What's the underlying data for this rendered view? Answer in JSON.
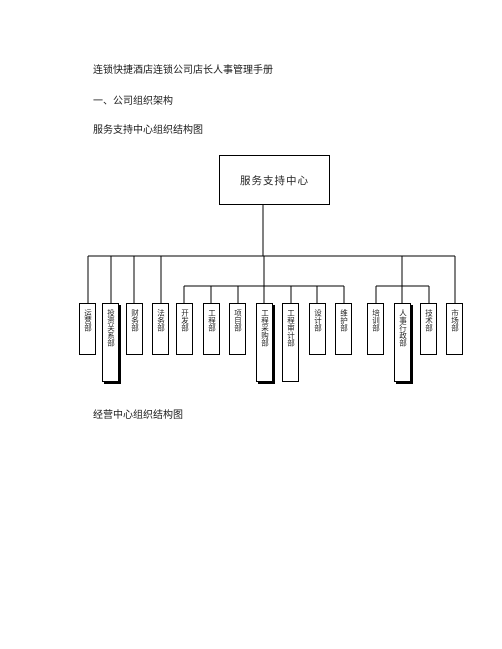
{
  "doc": {
    "title": "连锁快捷酒店连锁公司店长人事管理手册",
    "section1": "一、公司组织架构",
    "chart1_title": "服务支持中心组织结构图",
    "chart2_title": "经营中心组织结构图"
  },
  "org_chart": {
    "root": "服务支持中心",
    "departments": [
      "运营部",
      "投资关系部",
      "财务部",
      "法务部",
      "开发部",
      "工程部",
      "项目部",
      "工程采购部",
      "工程审计部",
      "设计部",
      "维护部",
      "培训部",
      "人事行政部",
      "技术部",
      "市场部"
    ]
  }
}
